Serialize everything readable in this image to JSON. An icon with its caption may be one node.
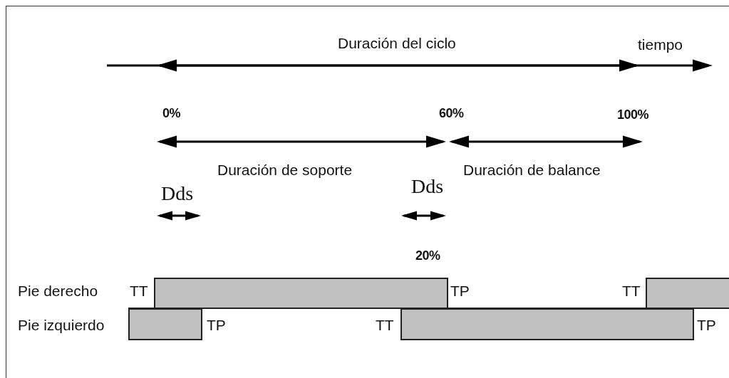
{
  "diagram": {
    "nodes": [
      {
        "text": [],
        "shape": "bar"
      },
      {
        "text": [],
        "shape": "bar"
      },
      {
        "text": [],
        "shape": "bar"
      },
      {
        "text": [],
        "shape": "bar"
      }
    ],
    "labels": [
      "Duración del ciclo",
      "tiempo",
      "0%",
      "60%",
      "100%",
      "Duración de soporte",
      "Duración de balance",
      "Dds",
      "Dds",
      "20%",
      "Pie derecho",
      "TT",
      "TP",
      "TT",
      "Pie izquierdo",
      "TP",
      "TT",
      "TP"
    ]
  }
}
